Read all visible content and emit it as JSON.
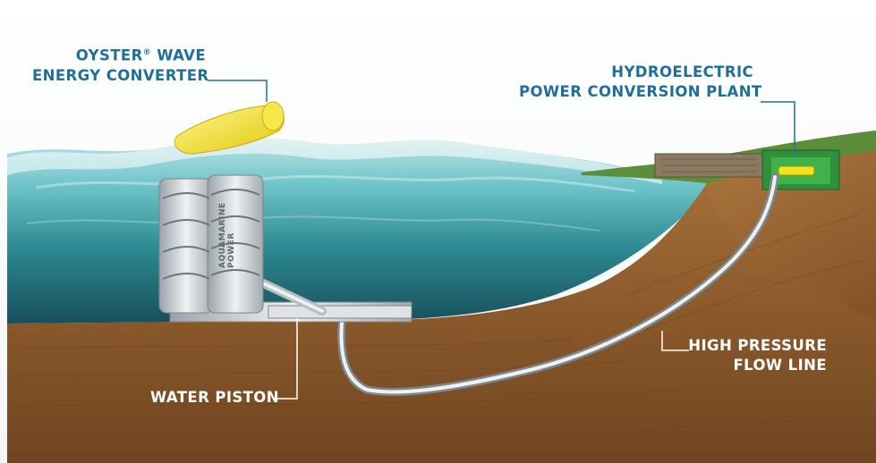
{
  "labels": {
    "oyster": {
      "line1": "OYSTER",
      "reg": "®",
      "line1_tail": " WAVE",
      "line2": "ENERGY CONVERTER"
    },
    "hydro": {
      "line1": "HYDROELECTRIC",
      "line2": "POWER CONVERSION PLANT"
    },
    "flow": {
      "line1": "HIGH PRESSURE",
      "line2": "FLOW LINE"
    },
    "piston": {
      "line1": "WATER PISTON"
    },
    "brand": {
      "line1": "AQUAMARINE",
      "line2": "POWER"
    }
  },
  "colors": {
    "label_blue": "#1f6f9a",
    "label_white": "#ffffff",
    "sea_light": "#7fd4d8",
    "sea_deep": "#16535f",
    "seabed": "#8c5a2c",
    "grass": "#5c8d3a",
    "pipe": "#d6d9dc",
    "oyster_flap": "#f0e21c"
  }
}
